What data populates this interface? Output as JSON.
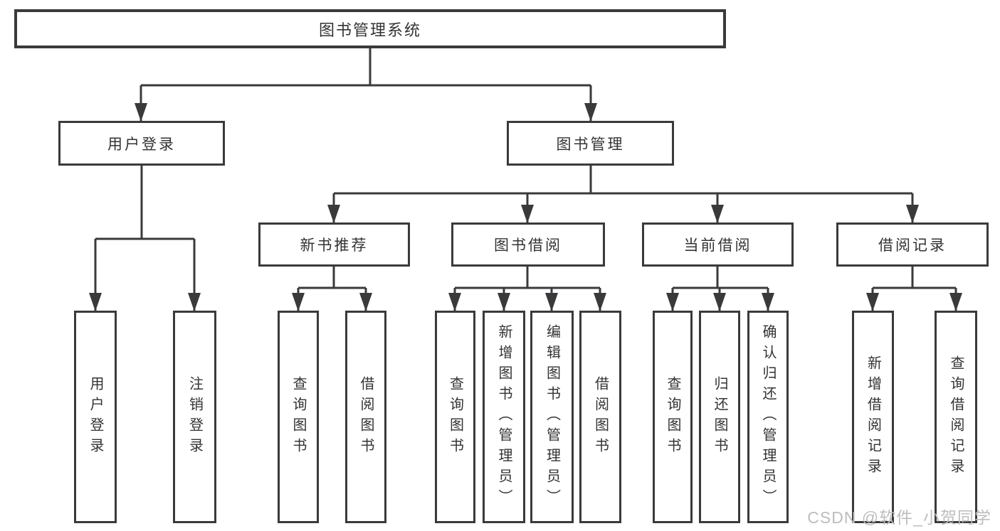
{
  "diagram": {
    "root": "图书管理系统",
    "level2": {
      "user_login": "用户登录",
      "book_management": "图书管理"
    },
    "level3": {
      "new_book_recommend": "新书推荐",
      "book_borrowing": "图书借阅",
      "current_borrowing": "当前借阅",
      "borrowing_records": "借阅记录"
    },
    "leaves": {
      "user_login": "用户登录",
      "logout": "注销登录",
      "nb_query_books": "查询图书",
      "nb_borrow_books": "借阅图书",
      "bb_query_books": "查询图书",
      "bb_add_books": "新增图书（管理员）",
      "bb_edit_books": "编辑图书（管理员）",
      "bb_borrow_books": "借阅图书",
      "cb_query_books": "查询图书",
      "cb_return_books": "归还图书",
      "cb_confirm_return": "确认归还（管理员）",
      "br_add_record": "新增借阅记录",
      "br_query_record": "查询借阅记录"
    }
  },
  "watermark": "CSDN @软件_小贺同学",
  "colors": {
    "line": "#3a3a3c",
    "text": "#333335",
    "watermark": "#bdbdbd",
    "background": "#ffffff"
  }
}
